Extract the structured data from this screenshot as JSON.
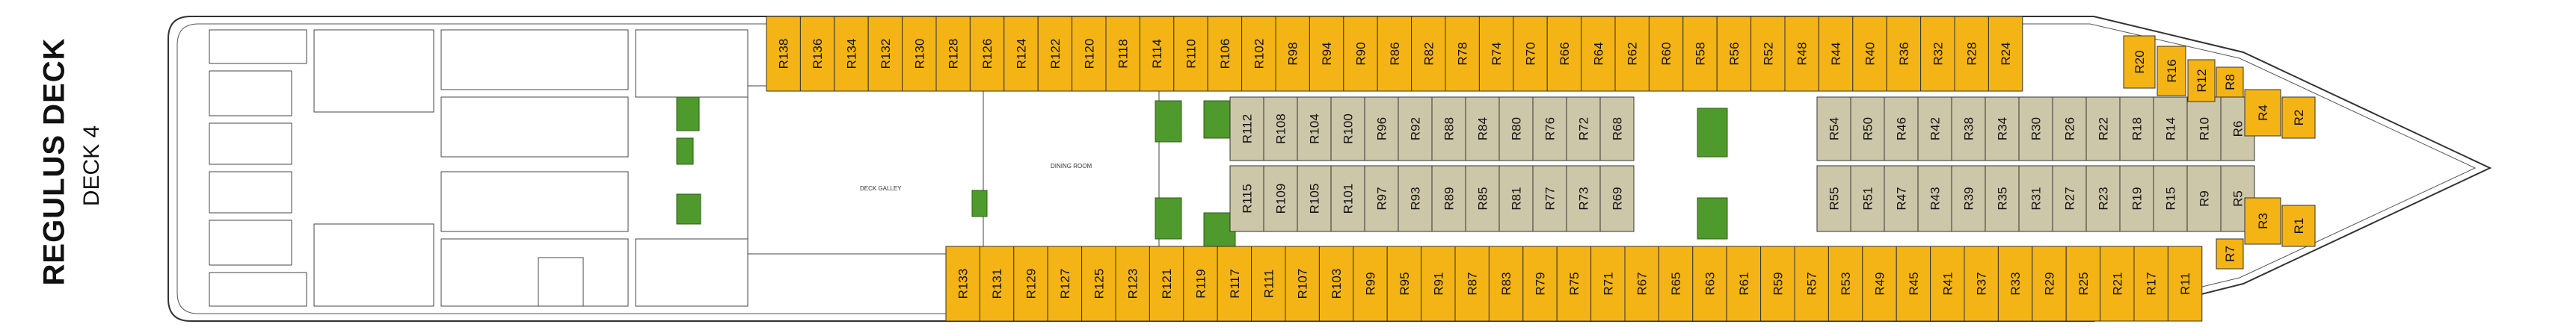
{
  "title": "REGULUS DECK",
  "subtitle": "DECK 4",
  "colors": {
    "outside_cabin": "#f5b415",
    "inside_cabin": "#cdc7a9",
    "accessible_cabin": "#4f9a2c",
    "outline": "#333333",
    "hull_fill": "#ffffff"
  },
  "cabin_rows": {
    "top_outside": [
      "R138",
      "R136",
      "R134",
      "R132",
      "R130",
      "R128",
      "R126",
      "R124",
      "R122",
      "R120",
      "R118",
      "R114",
      "R110",
      "R106",
      "R102",
      "R98",
      "R94",
      "R90",
      "R86",
      "R82",
      "R78",
      "R74",
      "R70",
      "R66",
      "R64",
      "R62",
      "R60",
      "R58",
      "R56",
      "R52",
      "R48",
      "R44",
      "R40",
      "R36",
      "R32",
      "R28",
      "R24"
    ],
    "upper_inside": [
      "R112",
      "R108",
      "R104",
      "R100",
      "R96",
      "R92",
      "R88",
      "R84",
      "R80",
      "R76",
      "R72",
      "R68",
      "R54",
      "R50",
      "R46",
      "R42",
      "R38",
      "R34",
      "R30",
      "R26",
      "R22",
      "R18",
      "R14",
      "R10",
      "R6"
    ],
    "lower_inside": [
      "R115",
      "R109",
      "R105",
      "R101",
      "R97",
      "R93",
      "R89",
      "R85",
      "R81",
      "R77",
      "R73",
      "R69",
      "R55",
      "R51",
      "R47",
      "R43",
      "R39",
      "R35",
      "R31",
      "R27",
      "R23",
      "R19",
      "R15",
      "R9",
      "R5"
    ],
    "bottom_outside": [
      "R133",
      "R131",
      "R129",
      "R127",
      "R125",
      "R123",
      "R121",
      "R119",
      "R117",
      "R111",
      "R107",
      "R103",
      "R99",
      "R95",
      "R91",
      "R87",
      "R83",
      "R79",
      "R75",
      "R71",
      "R67",
      "R65",
      "R63",
      "R61",
      "R59",
      "R57",
      "R53",
      "R49",
      "R45",
      "R41",
      "R37",
      "R33",
      "R29",
      "R25",
      "R21",
      "R17",
      "R11"
    ],
    "bow_top": [
      "R20",
      "R16",
      "R12",
      "R8",
      "R4",
      "R2"
    ],
    "bow_bottom": [
      "R3",
      "R1",
      "R7"
    ]
  },
  "area_labels": {
    "deck_galley": "DECK GALLEY",
    "dining_room": "DINING ROOM"
  }
}
